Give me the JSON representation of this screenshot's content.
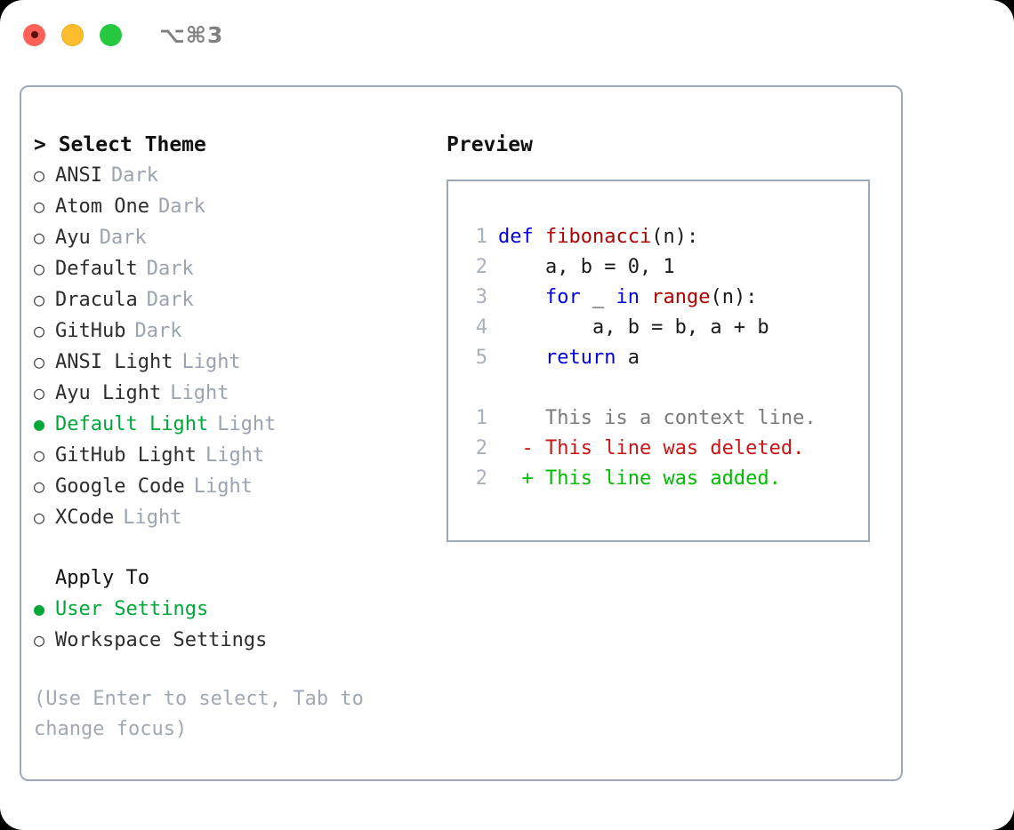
{
  "titlebar": {
    "shortcut": "⌥⌘3",
    "lights": [
      {
        "name": "close",
        "color": "#ff6058"
      },
      {
        "name": "minimize",
        "color": "#ffbd2e"
      },
      {
        "name": "maximize",
        "color": "#26c83f"
      }
    ]
  },
  "theme_picker": {
    "title": "> Select Theme",
    "selected_bullet": "●",
    "unselected_bullet": "○",
    "accent_color": "#00a83a",
    "tag_color": "#9aa3b0",
    "items": [
      {
        "name": "ANSI",
        "tag": "Dark",
        "selected": false
      },
      {
        "name": "Atom One",
        "tag": "Dark",
        "selected": false
      },
      {
        "name": "Ayu",
        "tag": "Dark",
        "selected": false
      },
      {
        "name": "Default",
        "tag": "Dark",
        "selected": false
      },
      {
        "name": "Dracula",
        "tag": "Dark",
        "selected": false
      },
      {
        "name": "GitHub",
        "tag": "Dark",
        "selected": false
      },
      {
        "name": "ANSI Light",
        "tag": "Light",
        "selected": false
      },
      {
        "name": "Ayu Light",
        "tag": "Light",
        "selected": false
      },
      {
        "name": "Default Light",
        "tag": "Light",
        "selected": true
      },
      {
        "name": "GitHub Light",
        "tag": "Light",
        "selected": false
      },
      {
        "name": "Google Code",
        "tag": "Light",
        "selected": false
      },
      {
        "name": "XCode",
        "tag": "Light",
        "selected": false
      }
    ]
  },
  "apply_to": {
    "title": "Apply To",
    "options": [
      {
        "label": "User Settings",
        "selected": true
      },
      {
        "label": "Workspace Settings",
        "selected": false
      }
    ]
  },
  "hint": "(Use Enter to select, Tab to change focus)",
  "preview": {
    "title": "Preview",
    "code_lines": [
      {
        "lineno": "1",
        "tokens": [
          {
            "text": "def ",
            "kind": "kw"
          },
          {
            "text": "fibonacci",
            "kind": "fn"
          },
          {
            "text": "(n):",
            "kind": "plain"
          }
        ]
      },
      {
        "lineno": "2",
        "tokens": [
          {
            "text": "    a, b = 0, 1",
            "kind": "plain"
          }
        ]
      },
      {
        "lineno": "3",
        "tokens": [
          {
            "text": "    ",
            "kind": "plain"
          },
          {
            "text": "for",
            "kind": "kw"
          },
          {
            "text": " _ ",
            "kind": "plain"
          },
          {
            "text": "in",
            "kind": "kw"
          },
          {
            "text": " ",
            "kind": "plain"
          },
          {
            "text": "range",
            "kind": "fn"
          },
          {
            "text": "(n):",
            "kind": "plain"
          }
        ]
      },
      {
        "lineno": "4",
        "tokens": [
          {
            "text": "        a, b = b, a + b",
            "kind": "plain"
          }
        ]
      },
      {
        "lineno": "5",
        "tokens": [
          {
            "text": "    ",
            "kind": "plain"
          },
          {
            "text": "return",
            "kind": "kw"
          },
          {
            "text": " a",
            "kind": "plain"
          }
        ]
      }
    ],
    "diff_lines": [
      {
        "lineno": "1",
        "marker": " ",
        "text": " This is a context line.",
        "kind": "ctx"
      },
      {
        "lineno": "2",
        "marker": "-",
        "text": " This line was deleted.",
        "kind": "del"
      },
      {
        "lineno": "2",
        "marker": "+",
        "text": " This line was added.",
        "kind": "add"
      }
    ]
  }
}
